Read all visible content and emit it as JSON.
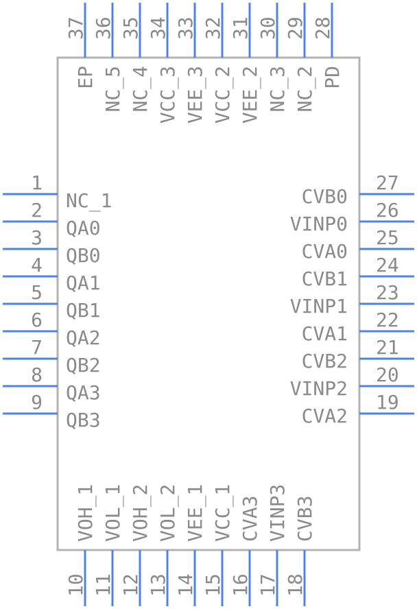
{
  "left_pins": [
    {
      "num": "1",
      "label": "NC_1"
    },
    {
      "num": "2",
      "label": "QA0"
    },
    {
      "num": "3",
      "label": "QB0"
    },
    {
      "num": "4",
      "label": "QA1"
    },
    {
      "num": "5",
      "label": "QB1"
    },
    {
      "num": "6",
      "label": "QA2"
    },
    {
      "num": "7",
      "label": "QB2"
    },
    {
      "num": "8",
      "label": "QA3"
    },
    {
      "num": "9",
      "label": "QB3"
    }
  ],
  "right_pins": [
    {
      "num": "27",
      "label": "CVB0"
    },
    {
      "num": "26",
      "label": "VINP0"
    },
    {
      "num": "25",
      "label": "CVA0"
    },
    {
      "num": "24",
      "label": "CVB1"
    },
    {
      "num": "23",
      "label": "VINP1"
    },
    {
      "num": "22",
      "label": "CVA1"
    },
    {
      "num": "21",
      "label": "CVB2"
    },
    {
      "num": "20",
      "label": "VINP2"
    },
    {
      "num": "19",
      "label": "CVA2"
    }
  ],
  "bottom_pins": [
    {
      "num": "10",
      "label": "VOH_1"
    },
    {
      "num": "11",
      "label": "VOL_1"
    },
    {
      "num": "12",
      "label": "VOH_2"
    },
    {
      "num": "13",
      "label": "VOL_2"
    },
    {
      "num": "14",
      "label": "VEE_1"
    },
    {
      "num": "15",
      "label": "VCC_1"
    },
    {
      "num": "16",
      "label": "CVA3"
    },
    {
      "num": "17",
      "label": "VINP3"
    },
    {
      "num": "18",
      "label": "CVB3"
    }
  ],
  "top_pins": [
    {
      "num": "37",
      "label": "EP"
    },
    {
      "num": "36",
      "label": "NC_5"
    },
    {
      "num": "35",
      "label": "NC_4"
    },
    {
      "num": "34",
      "label": "VCC_3"
    },
    {
      "num": "33",
      "label": "VEE_3"
    },
    {
      "num": "32",
      "label": "VCC_2"
    },
    {
      "num": "31",
      "label": "VEE_2"
    },
    {
      "num": "30",
      "label": "NC_3"
    },
    {
      "num": "29",
      "label": "NC_2"
    },
    {
      "num": "28",
      "label": "PD"
    }
  ]
}
